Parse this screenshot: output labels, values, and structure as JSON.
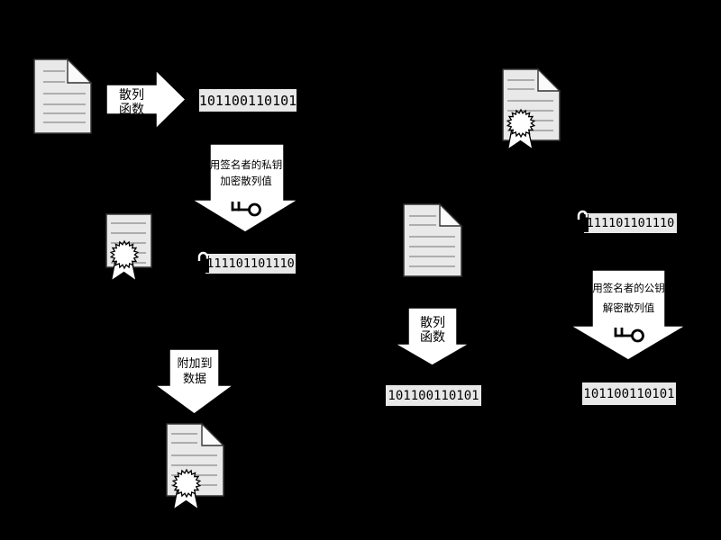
{
  "colors": {
    "background": "#000000",
    "doc_fill": "#e9e9e9",
    "doc_border": "#333333",
    "doc_line": "#999999",
    "fold_fill": "#fbfbfb",
    "arrow_fill": "#ffffff",
    "arrow_border": "#000000",
    "box_fill": "#e8e8e8",
    "box_border": "#000000",
    "text_color": "#000000"
  },
  "signing": {
    "hash_arrow_line1": "散列",
    "hash_arrow_line2": "函数",
    "hash_value": "101100110101",
    "encrypt_arrow_line1": "用签名者的私钥",
    "encrypt_arrow_line2": "加密散列值",
    "encrypted_hash_value": "111101101110",
    "attach_arrow_line1": "附加到",
    "attach_arrow_line2": "数据"
  },
  "verification": {
    "encrypted_hash_value": "111101101110",
    "decrypt_arrow_line1": "用签名者的公钥",
    "decrypt_arrow_line2": "解密散列值",
    "hash_arrow_line1": "散列",
    "hash_arrow_line2": "函数",
    "hash_value": "101100110101",
    "decrypted_hash_value": "101100110101"
  }
}
